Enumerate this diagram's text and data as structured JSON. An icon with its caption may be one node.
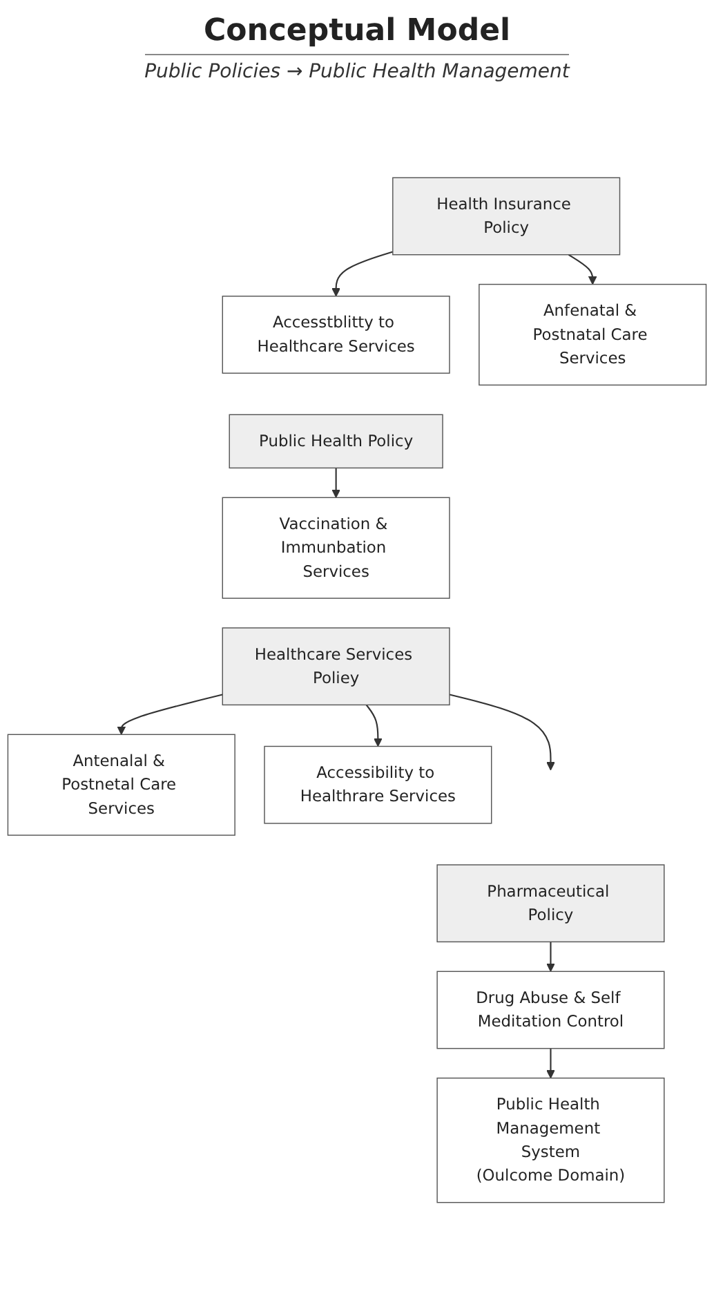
{
  "diagram": {
    "title": "Conceptual Model",
    "nodes": [
      {
        "text": [
          "Health Insurance Policy"
        ]
      },
      {
        "text": [
          "Accesstblitty to Healthcare Services"
        ]
      },
      {
        "text": [
          "Anfenatal & Postnatal Care Services"
        ]
      },
      {
        "text": [
          "Public Health Policy"
        ]
      },
      {
        "text": [
          "Vaccination & Immunbation Services"
        ]
      },
      {
        "text": [
          "Healthcare Services Poliey"
        ]
      },
      {
        "text": [
          "Antenalal & Postnetal Care Services"
        ]
      },
      {
        "text": [
          "Accessibility to Healthrare Services"
        ]
      },
      {
        "text": [
          "Pharmaceutical Policy"
        ]
      },
      {
        "text": [
          "Drug Abuse & Self Meditation Control"
        ]
      },
      {
        "text": [
          "Public Health Management System",
          "(Oulcome Domain)"
        ]
      }
    ],
    "edges": [
      {
        "from": 0,
        "to": 1,
        "arrow": "to"
      },
      {
        "from": 0,
        "to": 2,
        "arrow": "to"
      },
      {
        "from": 3,
        "to": 4,
        "arrow": "to"
      },
      {
        "from": 5,
        "to": 6,
        "arrow": "to"
      },
      {
        "from": 5,
        "to": null,
        "arrow": "to"
      },
      {
        "from": 5,
        "to": 7,
        "arrow": "to"
      },
      {
        "from": 8,
        "to": 9,
        "arrow": "to"
      },
      {
        "from": 9,
        "to": 10,
        "arrow": "to"
      }
    ],
    "labels": [
      "Public Policies → Public Health Management"
    ]
  }
}
